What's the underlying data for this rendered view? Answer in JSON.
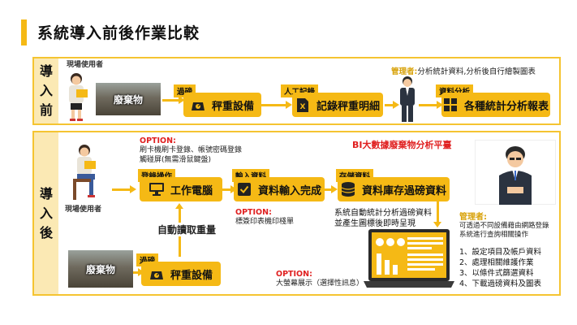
{
  "page": {
    "title": "系統導入前後作業比較"
  },
  "colors": {
    "accent": "#f5b915",
    "panel_bg": "#fbe9b4",
    "option_red": "#e02020"
  },
  "before": {
    "side_label": [
      "導",
      "入",
      "前"
    ],
    "user_label": "現場使用者",
    "photo_label": "廢棄物",
    "step1": {
      "tag": "過磅",
      "label": "秤重設備"
    },
    "step2": {
      "tag": "人工記錄",
      "label": "記錄秤重明細"
    },
    "step3": {
      "tag": "資料分析",
      "label": "各種統計分析報表"
    },
    "manager_title": "管理者:",
    "manager_text": "分析統計資料,分析後自行繪製圖表"
  },
  "after": {
    "side_label": [
      "導",
      "入",
      "後"
    ],
    "option1": {
      "title": "OPTION:",
      "lines": [
        "刷卡機刷卡登錄、帳號密碼登錄",
        "觸碰屏(無需滑鼠鍵盤)"
      ]
    },
    "bi_title": "BI大數據廢棄物分析平臺",
    "user_label": "現場使用者",
    "step1": {
      "tag": "登錄操作",
      "label": "工作電腦"
    },
    "step2": {
      "tag": "輸入資料",
      "label": "資料輸入完成"
    },
    "step3": {
      "tag": "存儲資料",
      "label": "資料庫存過磅資料"
    },
    "option2": {
      "title": "OPTION:",
      "text": "標簽印表機印棧單"
    },
    "auto_weight": "自動讀取重量",
    "system_text": [
      "系統自動統計分析過磅資料",
      "並產生圖標後即時呈現"
    ],
    "photo_label": "廢棄物",
    "scale": {
      "tag": "過磅",
      "label": "秤重設備"
    },
    "option3": {
      "title": "OPTION:",
      "text": "大螢幕展示（選擇性訊息）"
    },
    "manager_title": "管理者:",
    "manager_desc": [
      "可透過不同設備藉由網路登錄",
      "系統進行查詢相關操作"
    ],
    "manager_list": [
      "1、設定項目及帳戶資料",
      "2、處理相關維護作業",
      "3、以條件式篩選資料",
      "4、下載過磅資料及圖表"
    ]
  }
}
